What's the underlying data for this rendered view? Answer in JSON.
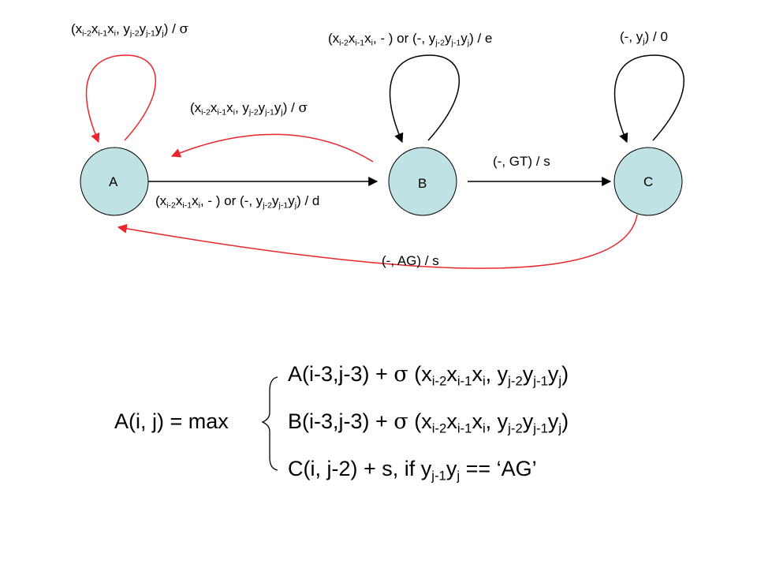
{
  "colors": {
    "node_fill": "#bfe3e4",
    "node_stroke": "#000000",
    "edge_black": "#000000",
    "edge_red": "#e8262c"
  },
  "nodes": {
    "a": {
      "label": "A"
    },
    "b": {
      "label": "B"
    },
    "c": {
      "label": "C"
    }
  },
  "edges": {
    "a_self": {
      "label": "(x_{i-2}x_{i-1}x_i, y_{j-2}y_{j-1}y_j) / σ",
      "color": "red"
    },
    "b_self": {
      "label": "(x_{i-2}x_{i-1}x_i, - ) or (-, y_{j-2}y_{j-1}y_j) / e",
      "color": "black"
    },
    "c_self": {
      "label": "(-, y_j) / 0",
      "color": "black"
    },
    "b_to_a": {
      "label": "(x_{i-2}x_{i-1}x_i, y_{j-2}y_{j-1}y_j) / σ",
      "color": "red"
    },
    "a_to_b": {
      "label": "(x_{i-2}x_{i-1}x_i, - ) or (-, y_{j-2}y_{j-1}y_j) / d",
      "color": "black"
    },
    "b_to_c": {
      "label": "(-, GT) / s",
      "color": "black"
    },
    "c_to_a": {
      "label": "(-, AG) / s",
      "color": "red"
    }
  },
  "recurrence": {
    "lhs": "A(i, j) = max",
    "cases": [
      "A(i-3,j-3) + σ (x_{i-2}x_{i-1}x_i, y_{j-2}y_{j-1}y_j)",
      "B(i-3,j-3) + σ (x_{i-2}x_{i-1}x_i, y_{j-2}y_{j-1}y_j)",
      "C(i, j-2) + s, if y_{j-1}y_j == ‘AG’"
    ]
  }
}
